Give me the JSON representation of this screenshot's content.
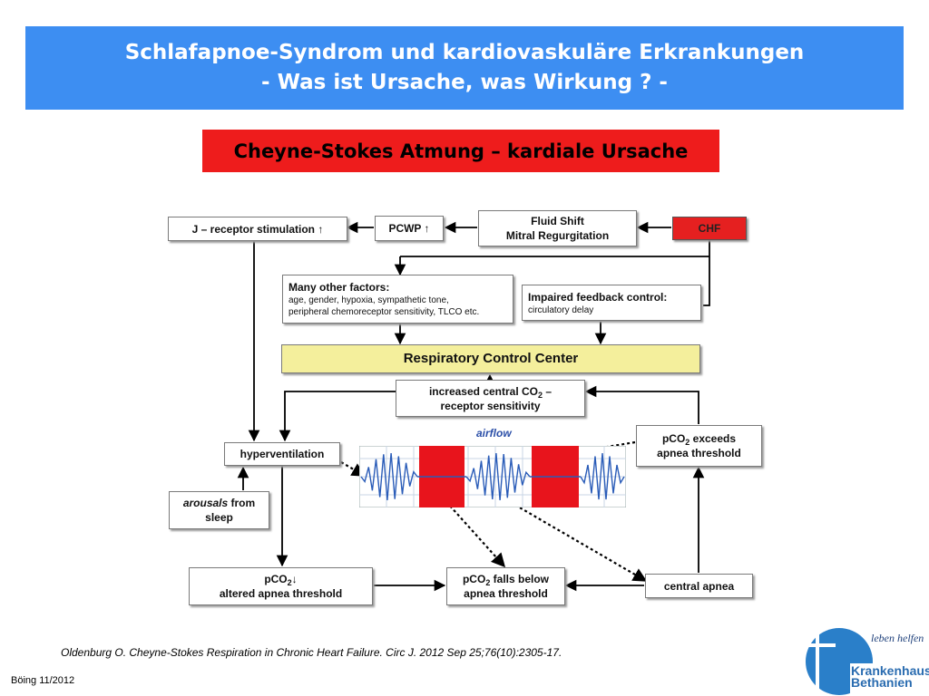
{
  "header": {
    "title_line1": "Schlafapnoe-Syndrom und kardiovaskuläre Erkrankungen",
    "title_line2": "- Was ist Ursache, was Wirkung ? -"
  },
  "subtitle": "Cheyne-Stokes Atmung – kardiale Ursache",
  "diagram": {
    "j_receptor": "J – receptor stimulation ↑",
    "pcwp": "PCWP ↑",
    "fluid_shift": "Fluid Shift",
    "mitral": "Mitral Regurgitation",
    "chf": "CHF",
    "many_factors_title": "Many other factors:",
    "many_factors_line1": "age, gender, hypoxia, sympathetic tone,",
    "many_factors_line2": "peripheral chemoreceptor sensitivity, TLCO etc.",
    "impaired_title": "Impaired feedback control:",
    "impaired_detail": "circulatory delay",
    "rcc": "Respiratory Control Center",
    "co2_line1_pre": "increased central CO",
    "co2_line1_sub": "2",
    "co2_line1_post": " –",
    "co2_line2": "receptor sensitivity",
    "hyperventilation": "hyperventilation",
    "airflow": "airflow",
    "pco2_exceeds_pre": "pCO",
    "pco2_exceeds_sub": "2",
    "pco2_exceeds_post": " exceeds",
    "pco2_exceeds_line2": "apnea threshold",
    "arousals_italic": "arousals",
    "arousals_rest": " from",
    "arousals_line2": "sleep",
    "pco2_down_pre": "pCO",
    "pco2_down_sub": "2",
    "pco2_down_post": "↓",
    "pco2_down_line2": "altered apnea threshold",
    "pco2_falls_pre": "pCO",
    "pco2_falls_sub": "2",
    "pco2_falls_post": " falls below",
    "pco2_falls_line2": "apnea threshold",
    "central_apnea": "central apnea"
  },
  "citation": "Oldenburg O. Cheyne-Stokes Respiration in Chronic Heart Failure. Circ J. 2012 Sep 25;76(10):2305-17.",
  "footer": "Böing 11/2012",
  "logo": {
    "slogan": "leben helfen",
    "name_line1": "Krankenhaus",
    "name_line2": "Bethanien"
  },
  "colors": {
    "title_bar": "#3d8ef2",
    "subtitle_bg": "#ee1c1c",
    "chf_box": "#e52020",
    "rcc_box": "#f4ef9c",
    "apnea_blocks": "#e8141c",
    "waveform": "#2a5cb8"
  }
}
